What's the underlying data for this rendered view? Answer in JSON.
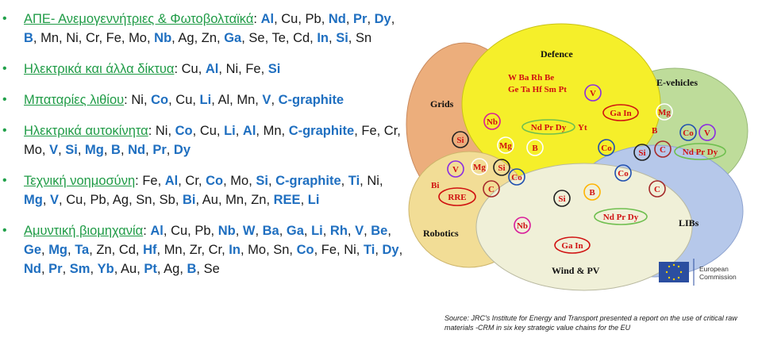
{
  "list": [
    {
      "label": "ΑΠΕ- Ανεμογεννήτριες & Φωτοβολταϊκά",
      "tokens": [
        {
          "t": "Al",
          "b": true
        },
        {
          "t": "Cu"
        },
        {
          "t": "Pb"
        },
        {
          "t": "Nd",
          "b": true
        },
        {
          "t": "Pr",
          "b": true
        },
        {
          "t": "Dy",
          "b": true
        },
        {
          "t": "B",
          "b": true
        },
        {
          "t": "Mn"
        },
        {
          "t": "Ni"
        },
        {
          "t": "Cr"
        },
        {
          "t": "Fe"
        },
        {
          "t": "Mo"
        },
        {
          "t": "Nb",
          "b": true
        },
        {
          "t": "Ag"
        },
        {
          "t": "Zn"
        },
        {
          "t": "Ga",
          "b": true
        },
        {
          "t": "Se"
        },
        {
          "t": "Te"
        },
        {
          "t": "Cd"
        },
        {
          "t": "In",
          "b": true
        },
        {
          "t": "Si",
          "b": true
        },
        {
          "t": "Sn"
        }
      ]
    },
    {
      "label": "Ηλεκτρικά και άλλα δίκτυα",
      "tokens": [
        {
          "t": "Cu"
        },
        {
          "t": "Al",
          "b": true
        },
        {
          "t": "Ni"
        },
        {
          "t": "Fe"
        },
        {
          "t": "Si",
          "b": true
        }
      ]
    },
    {
      "label": "Μπαταρίες λιθίου",
      "tokens": [
        {
          "t": "Ni"
        },
        {
          "t": "Co",
          "b": true
        },
        {
          "t": "Cu"
        },
        {
          "t": "Li",
          "b": true
        },
        {
          "t": "Al"
        },
        {
          "t": "Mn"
        },
        {
          "t": "V",
          "b": true
        },
        {
          "t": "C-graphite",
          "b": true
        }
      ]
    },
    {
      "label": "Ηλεκτρικά αυτοκίνητα",
      "tokens": [
        {
          "t": "Ni"
        },
        {
          "t": "Co",
          "b": true
        },
        {
          "t": "Cu"
        },
        {
          "t": "Li",
          "b": true
        },
        {
          "t": "Al",
          "b": true
        },
        {
          "t": "Mn"
        },
        {
          "t": "C-graphite",
          "b": true
        },
        {
          "t": "Fe"
        },
        {
          "t": "Cr"
        },
        {
          "t": "Mo"
        },
        {
          "t": "V",
          "b": true
        },
        {
          "t": "Si",
          "b": true
        },
        {
          "t": "Mg",
          "b": true
        },
        {
          "t": "B",
          "b": true
        },
        {
          "t": "Nd",
          "b": true
        },
        {
          "t": "Pr",
          "b": true
        },
        {
          "t": "Dy",
          "b": true
        }
      ]
    },
    {
      "label": "Τεχνική νοημοσύνη",
      "tokens": [
        {
          "t": "Fe"
        },
        {
          "t": "Al",
          "b": true
        },
        {
          "t": "Cr"
        },
        {
          "t": "Co",
          "b": true
        },
        {
          "t": "Mo"
        },
        {
          "t": "Si",
          "b": true
        },
        {
          "t": "C-graphite",
          "b": true
        },
        {
          "t": "Ti",
          "b": true
        },
        {
          "t": "Ni"
        },
        {
          "t": "Mg",
          "b": true
        },
        {
          "t": "V",
          "b": true
        },
        {
          "t": "Cu"
        },
        {
          "t": "Pb"
        },
        {
          "t": "Ag"
        },
        {
          "t": "Sn"
        },
        {
          "t": "Sb"
        },
        {
          "t": "Bi",
          "b": true
        },
        {
          "t": "Au"
        },
        {
          "t": "Mn"
        },
        {
          "t": "Zn"
        },
        {
          "t": "REE",
          "b": true
        },
        {
          "t": "Li",
          "b": true
        }
      ]
    },
    {
      "label": "Αμυντική βιομηχανία",
      "tokens": [
        {
          "t": "Al",
          "b": true
        },
        {
          "t": "Cu"
        },
        {
          "t": "Pb"
        },
        {
          "t": "Nb",
          "b": true
        },
        {
          "t": "W",
          "b": true
        },
        {
          "t": "Ba",
          "b": true
        },
        {
          "t": "Ga",
          "b": true
        },
        {
          "t": "Li",
          "b": true
        },
        {
          "t": "Rh",
          "b": true
        },
        {
          "t": "V",
          "b": true
        },
        {
          "t": "Be",
          "b": true
        },
        {
          "t": "Ge",
          "b": true
        },
        {
          "t": "Mg",
          "b": true
        },
        {
          "t": "Ta",
          "b": true
        },
        {
          "t": "Zn"
        },
        {
          "t": "Cd"
        },
        {
          "t": "Hf",
          "b": true
        },
        {
          "t": "Mn"
        },
        {
          "t": "Zr"
        },
        {
          "t": "Cr"
        },
        {
          "t": "In",
          "b": true
        },
        {
          "t": "Mo"
        },
        {
          "t": "Sn"
        },
        {
          "t": "Co",
          "b": true
        },
        {
          "t": "Fe"
        },
        {
          "t": "Ni"
        },
        {
          "t": "Ti",
          "b": true
        },
        {
          "t": "Dy",
          "b": true
        },
        {
          "t": "Nd",
          "b": true
        },
        {
          "t": "Pr",
          "b": true
        },
        {
          "t": "Sm",
          "b": true
        },
        {
          "t": "Yb",
          "b": true
        },
        {
          "t": "Au"
        },
        {
          "t": "Pt",
          "b": true
        },
        {
          "t": "Ag"
        },
        {
          "t": "B",
          "b": true
        },
        {
          "t": "Se"
        }
      ]
    }
  ],
  "diagram": {
    "sectors": {
      "grids": "Grids",
      "defence": "Defence",
      "evehicles": "E-vehicles",
      "robotics": "Robotics",
      "libs": "LIBs",
      "windpv": "Wind & PV"
    },
    "defence_text_1": "W Ba Rh Be",
    "defence_text_2": "Ge Ta Hf Sm Pt",
    "defence_yt": "Yt",
    "e_b": "B",
    "rob_bi": "Bi",
    "circles": {
      "grids_si": "Si",
      "def_v": "V",
      "def_nb": "Nb",
      "def_mg": "Mg",
      "def_b": "B",
      "def_co": "Co",
      "ev_mg": "Mg",
      "ev_co": "Co",
      "ev_v": "V",
      "ev_c": "C",
      "mid_si": "Si",
      "rob_v": "V",
      "rob_mg": "Mg",
      "rob_si": "Si",
      "rob_co": "Co",
      "rob_c": "C",
      "libs_co": "Co",
      "libs_c": "C",
      "wind_si": "Si",
      "wind_b": "B",
      "wind_nb": "Nb"
    },
    "ovals": {
      "def_gain": "Ga In",
      "def_ndprdy": "Nd Pr Dy",
      "ev_ndprdy": "Nd Pr Dy",
      "rob_ree": "RRE",
      "wind_ndprdy": "Nd Pr Dy",
      "wind_gain": "Ga In"
    }
  },
  "logo": {
    "line1": "European",
    "line2": "Commission"
  },
  "source": "Source: JRC's Institute for Energy and Transport presented a report on the use of critical raw materials -CRM in six key strategic value chains for the EU",
  "colors": {
    "label": "#1f9b46",
    "bold_element": "#1f6fc0",
    "defence": "#f5ef2a",
    "wind": "#f0f0d8",
    "libs": "#b6c8ea",
    "grids": "#ecae7c",
    "robotics": "#f2dd96",
    "evehicles": "#bedc9a"
  }
}
